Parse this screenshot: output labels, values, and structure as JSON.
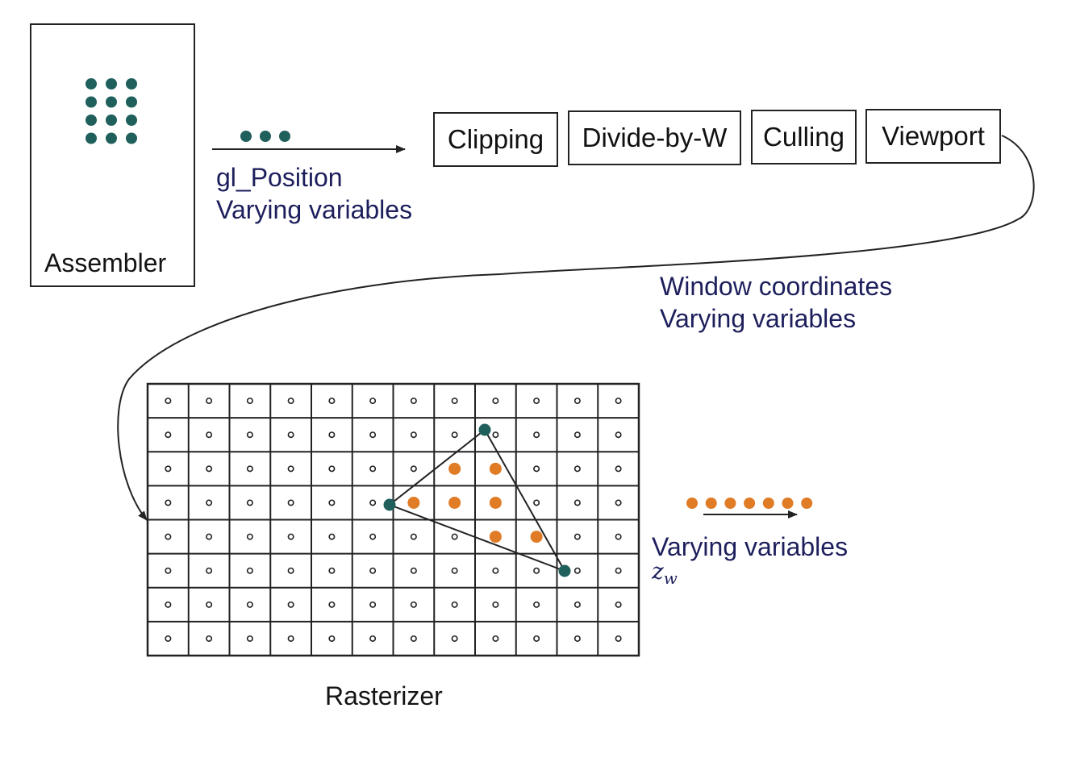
{
  "assembler": {
    "label": "Assembler"
  },
  "arrow1": {
    "line1": "gl_Position",
    "line2": "Varying variables"
  },
  "pipeline": {
    "stages": [
      "Clipping",
      "Divide-by-W",
      "Culling",
      "Viewport"
    ]
  },
  "window_label": {
    "line1": "Window coordinates",
    "line2": "Varying variables"
  },
  "rasterizer": {
    "label": "Rasterizer",
    "cols": 12,
    "rows": 8
  },
  "output": {
    "label": "Varying variables",
    "subscript_base": "z",
    "subscript": "w"
  },
  "colors": {
    "teal": "#1f5f5c",
    "orange": "#e07b26",
    "navy_text": "#1d1f5c",
    "lines": "#222222"
  }
}
